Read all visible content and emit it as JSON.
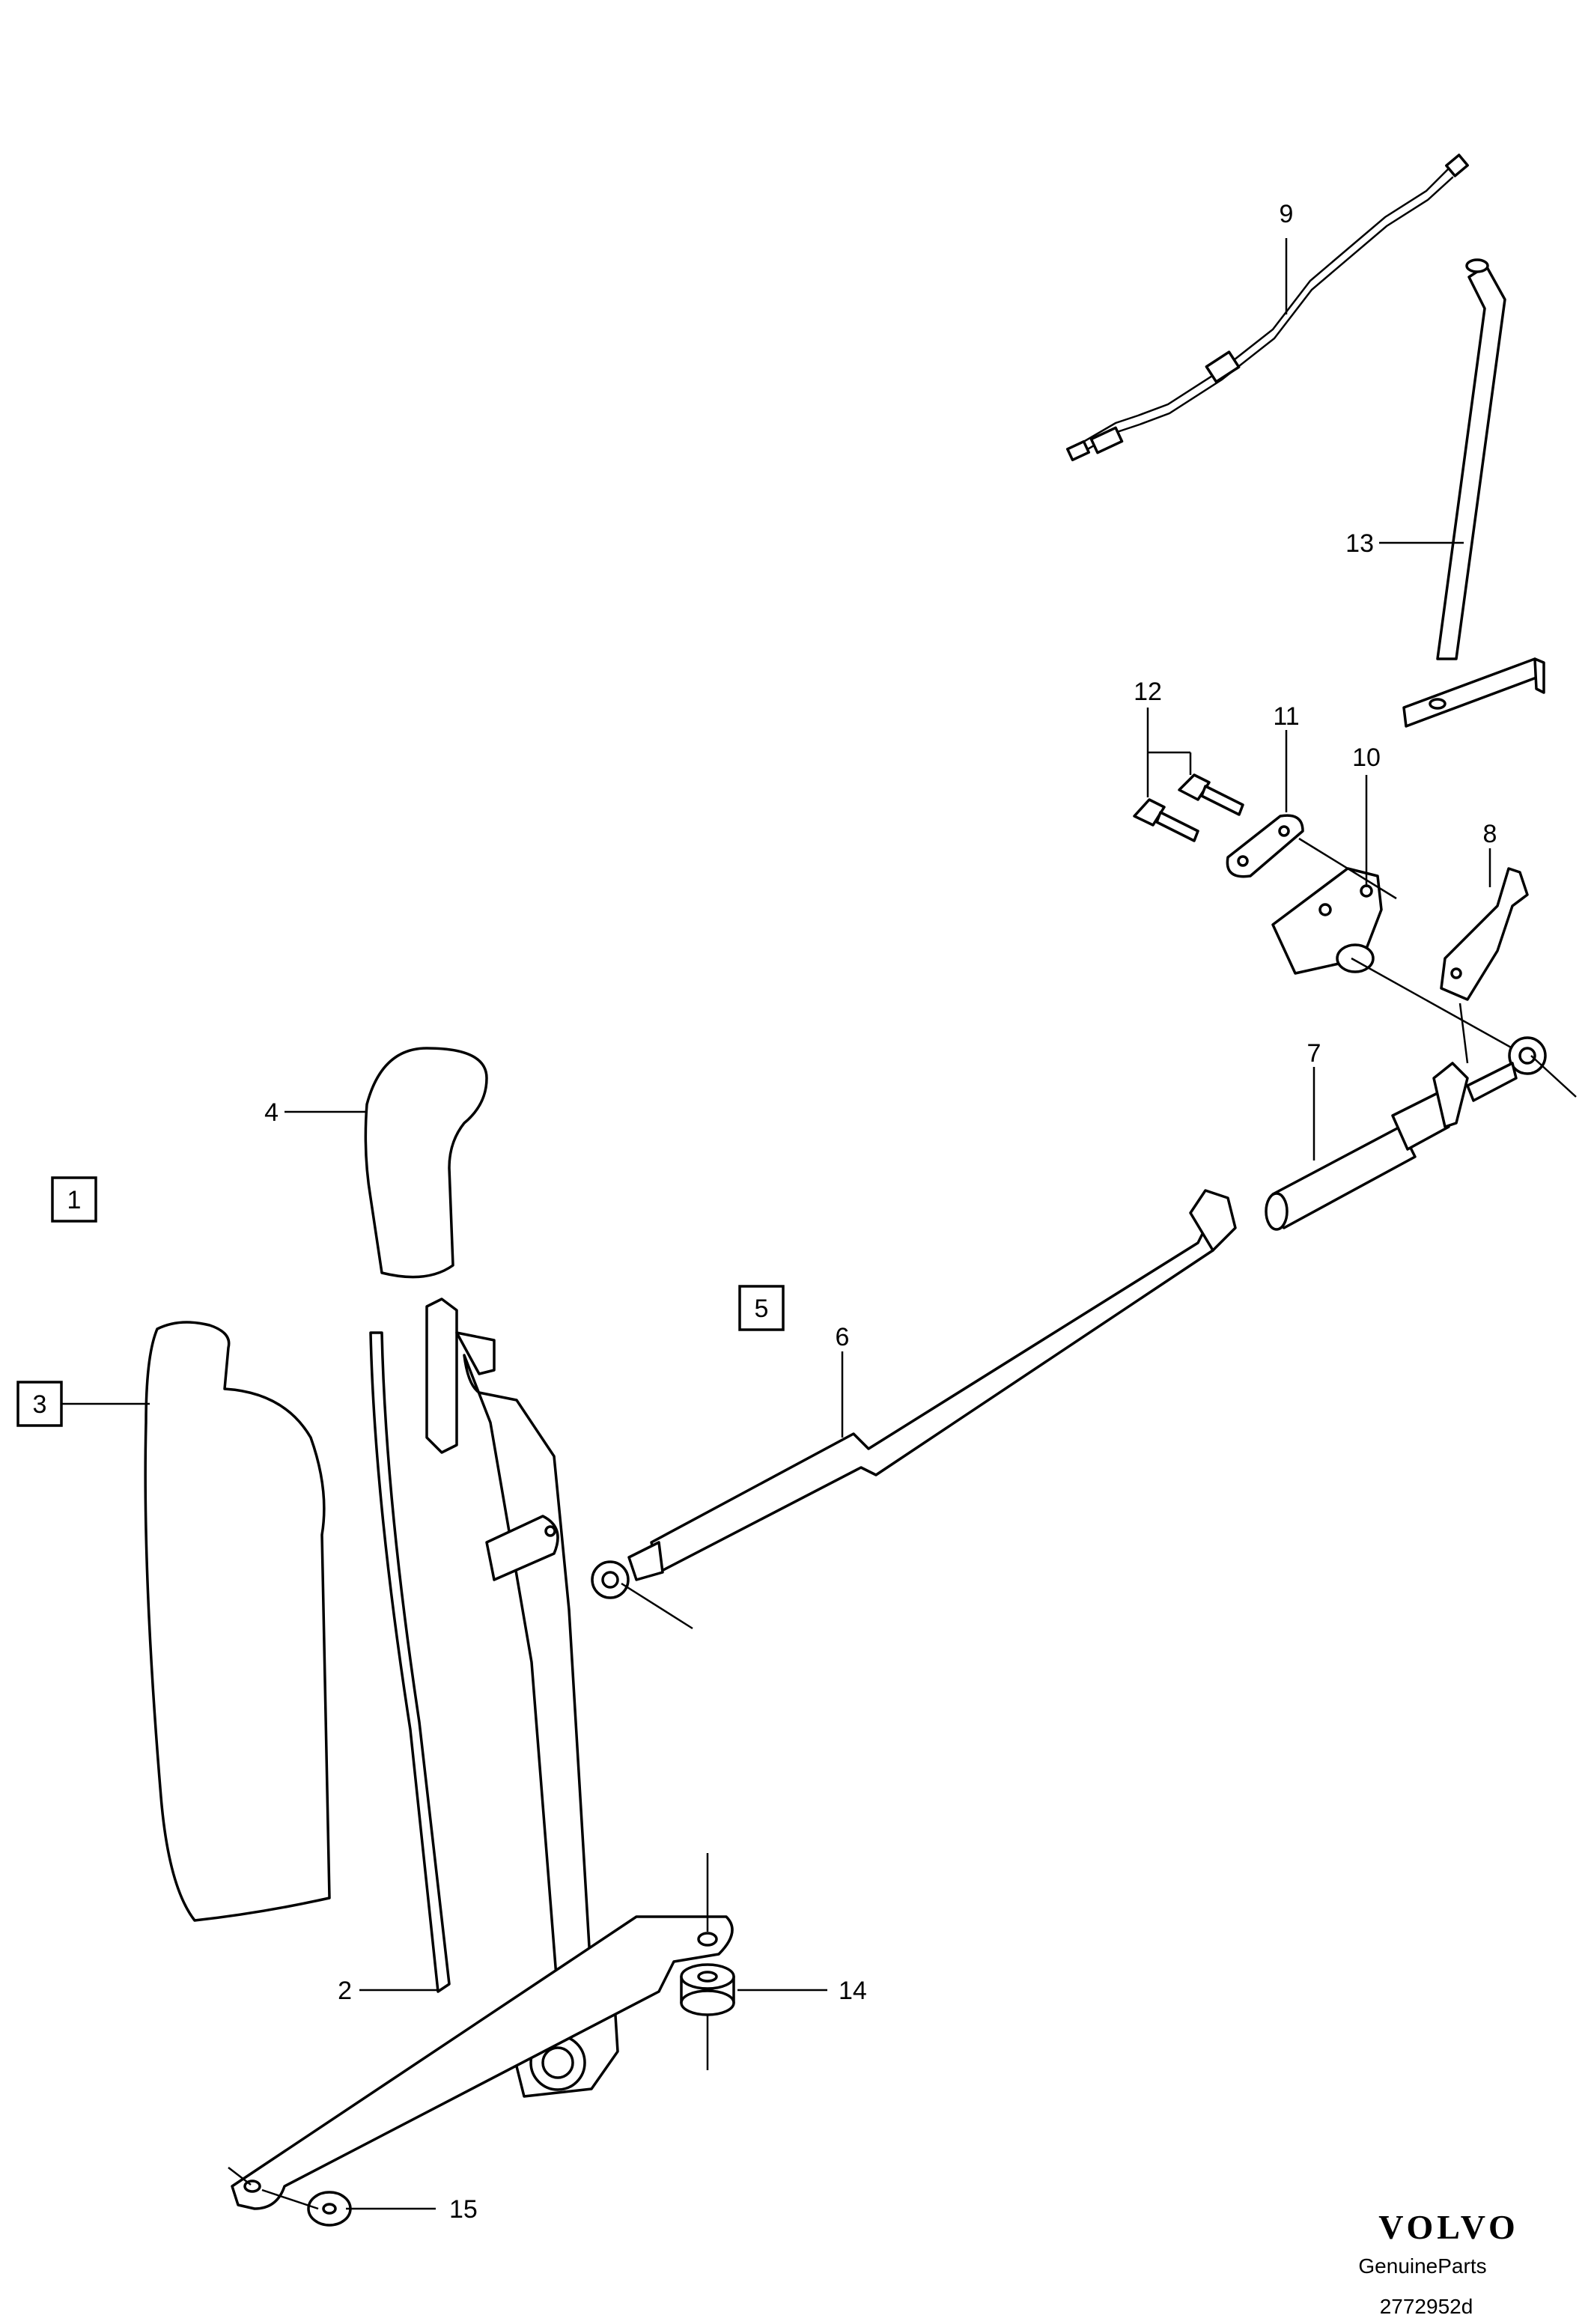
{
  "callouts": {
    "c1": "1",
    "c2": "2",
    "c3": "3",
    "c4": "4",
    "c5": "5",
    "c6": "6",
    "c7": "7",
    "c8": "8",
    "c9": "9",
    "c10": "10",
    "c11": "11",
    "c12": "12",
    "c13": "13",
    "c14": "14",
    "c15": "15"
  },
  "brand": {
    "logo": "VOLVO",
    "subtitle": "GenuineParts",
    "diagram_number": "2772952d"
  }
}
